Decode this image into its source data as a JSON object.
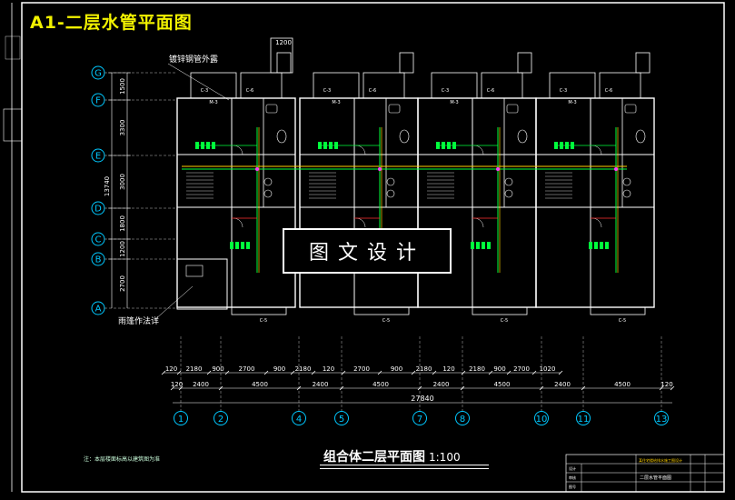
{
  "title": "A1-二层水管平面图",
  "watermark": "图文设计",
  "drawing_title": "组合体二层平面图",
  "drawing_scale": "1:100",
  "note": "注：本层楼面标高以建筑图为准",
  "annotations": {
    "pipe_label": "镀锌钢管外露",
    "roof_label": "雨篷作法详"
  },
  "grid_rows": [
    "G",
    "F",
    "E",
    "D",
    "C",
    "B",
    "A"
  ],
  "grid_cols": [
    "1",
    "2",
    "4",
    "5",
    "7",
    "8",
    "10",
    "11",
    "13"
  ],
  "left_dims": [
    "1500",
    "3300",
    "3000",
    "1800",
    "1200",
    "2700"
  ],
  "left_dim_total": "13740",
  "dim_row1": [
    "120",
    "2180",
    "900",
    "2700",
    "900",
    "2180",
    "120",
    "2700",
    "900",
    "2180",
    "120",
    "2180",
    "900",
    "2700",
    "1020"
  ],
  "dim_row2": [
    "120",
    "2400",
    "4500",
    "2400",
    "4500",
    "2400",
    "4500",
    "2400",
    "4500",
    "120"
  ],
  "dim_total": "27840",
  "top_dim": "1200",
  "window_labels": {
    "c5": "C-5",
    "c6": "C-6",
    "c3": "C-3",
    "m3": "M-3"
  },
  "title_block": {
    "project": "某住宅楼给排水施工图设计",
    "drawing_name": "二层水管平面图",
    "fields": [
      "设计",
      "审核",
      "图号"
    ]
  },
  "colors": {
    "title": "#f2f200",
    "walls": "#ffffff",
    "grid": "#00c8ff",
    "dims": "#ffffff",
    "pipe_green": "#00ff3c",
    "pipe_yellow": "#ffd000",
    "pipe_red": "#ff3030",
    "magenta": "#ff40ff"
  }
}
